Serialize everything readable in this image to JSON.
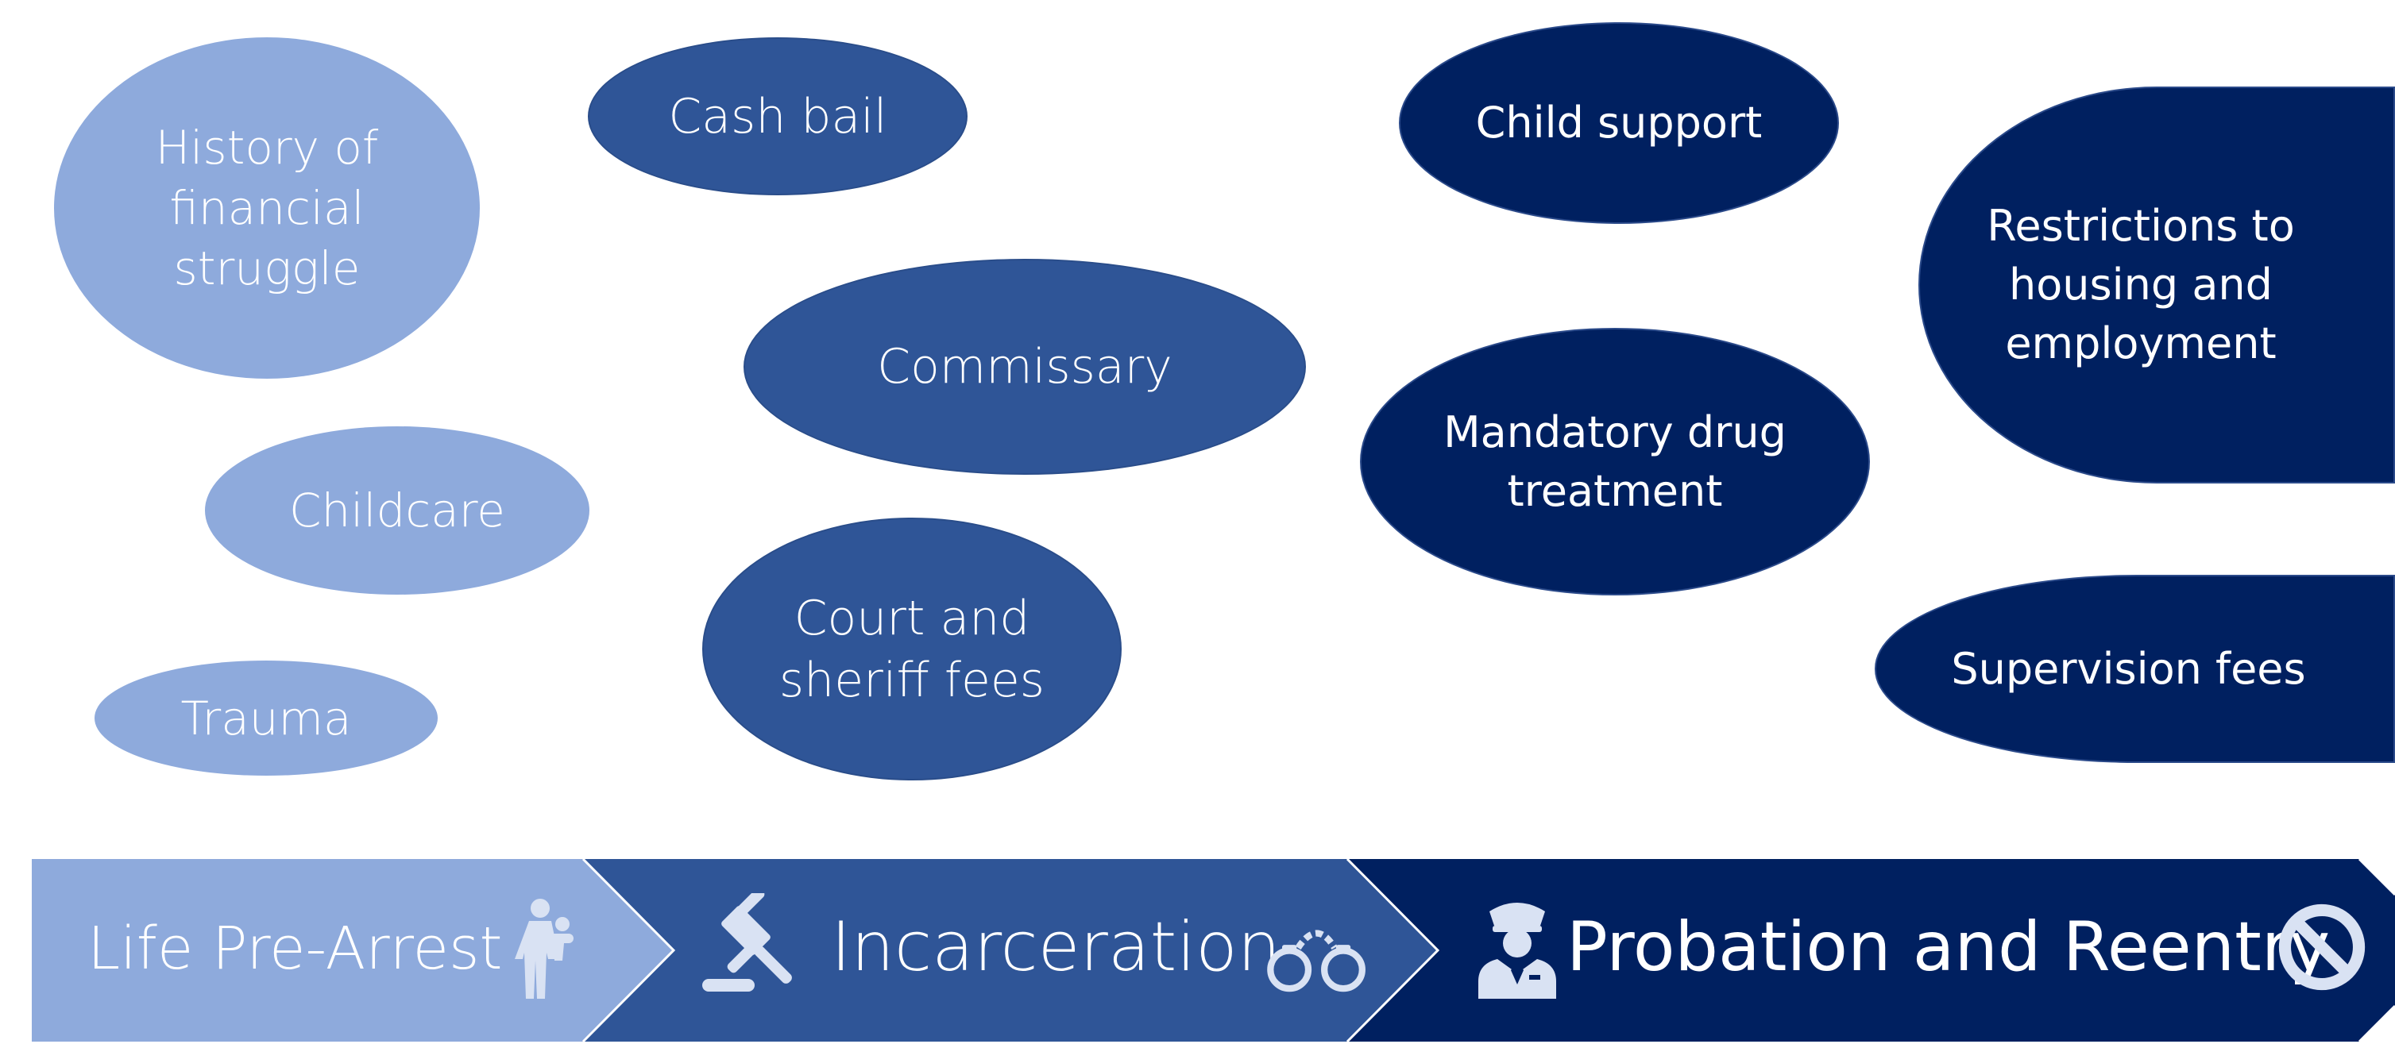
{
  "colors": {
    "pre_arrest": "#8eaadc",
    "incarceration": "#2f5597",
    "probation": "#002060",
    "text": "#ffffff"
  },
  "bubbles": {
    "history": "History of\nfinancial\nstruggle",
    "childcare": "Childcare",
    "trauma": "Trauma",
    "cash_bail": "Cash bail",
    "commissary": "Commissary",
    "court_fees": "Court and\nsheriff fees",
    "child_support": "Child support",
    "drug_treatment": "Mandatory drug\ntreatment",
    "housing": "Restrictions to\nhousing and\nemployment",
    "supervision": "Supervision fees"
  },
  "stages": {
    "pre_arrest": {
      "label": "Life Pre-Arrest",
      "icon": "mother-child-icon"
    },
    "incarceration": {
      "label": "Incarceration",
      "icon": "gavel-icon",
      "icon2": "handcuffs-icon"
    },
    "probation": {
      "label": "Probation and Reentry",
      "icon": "police-officer-icon",
      "icon2": "prohibited-icon"
    }
  }
}
